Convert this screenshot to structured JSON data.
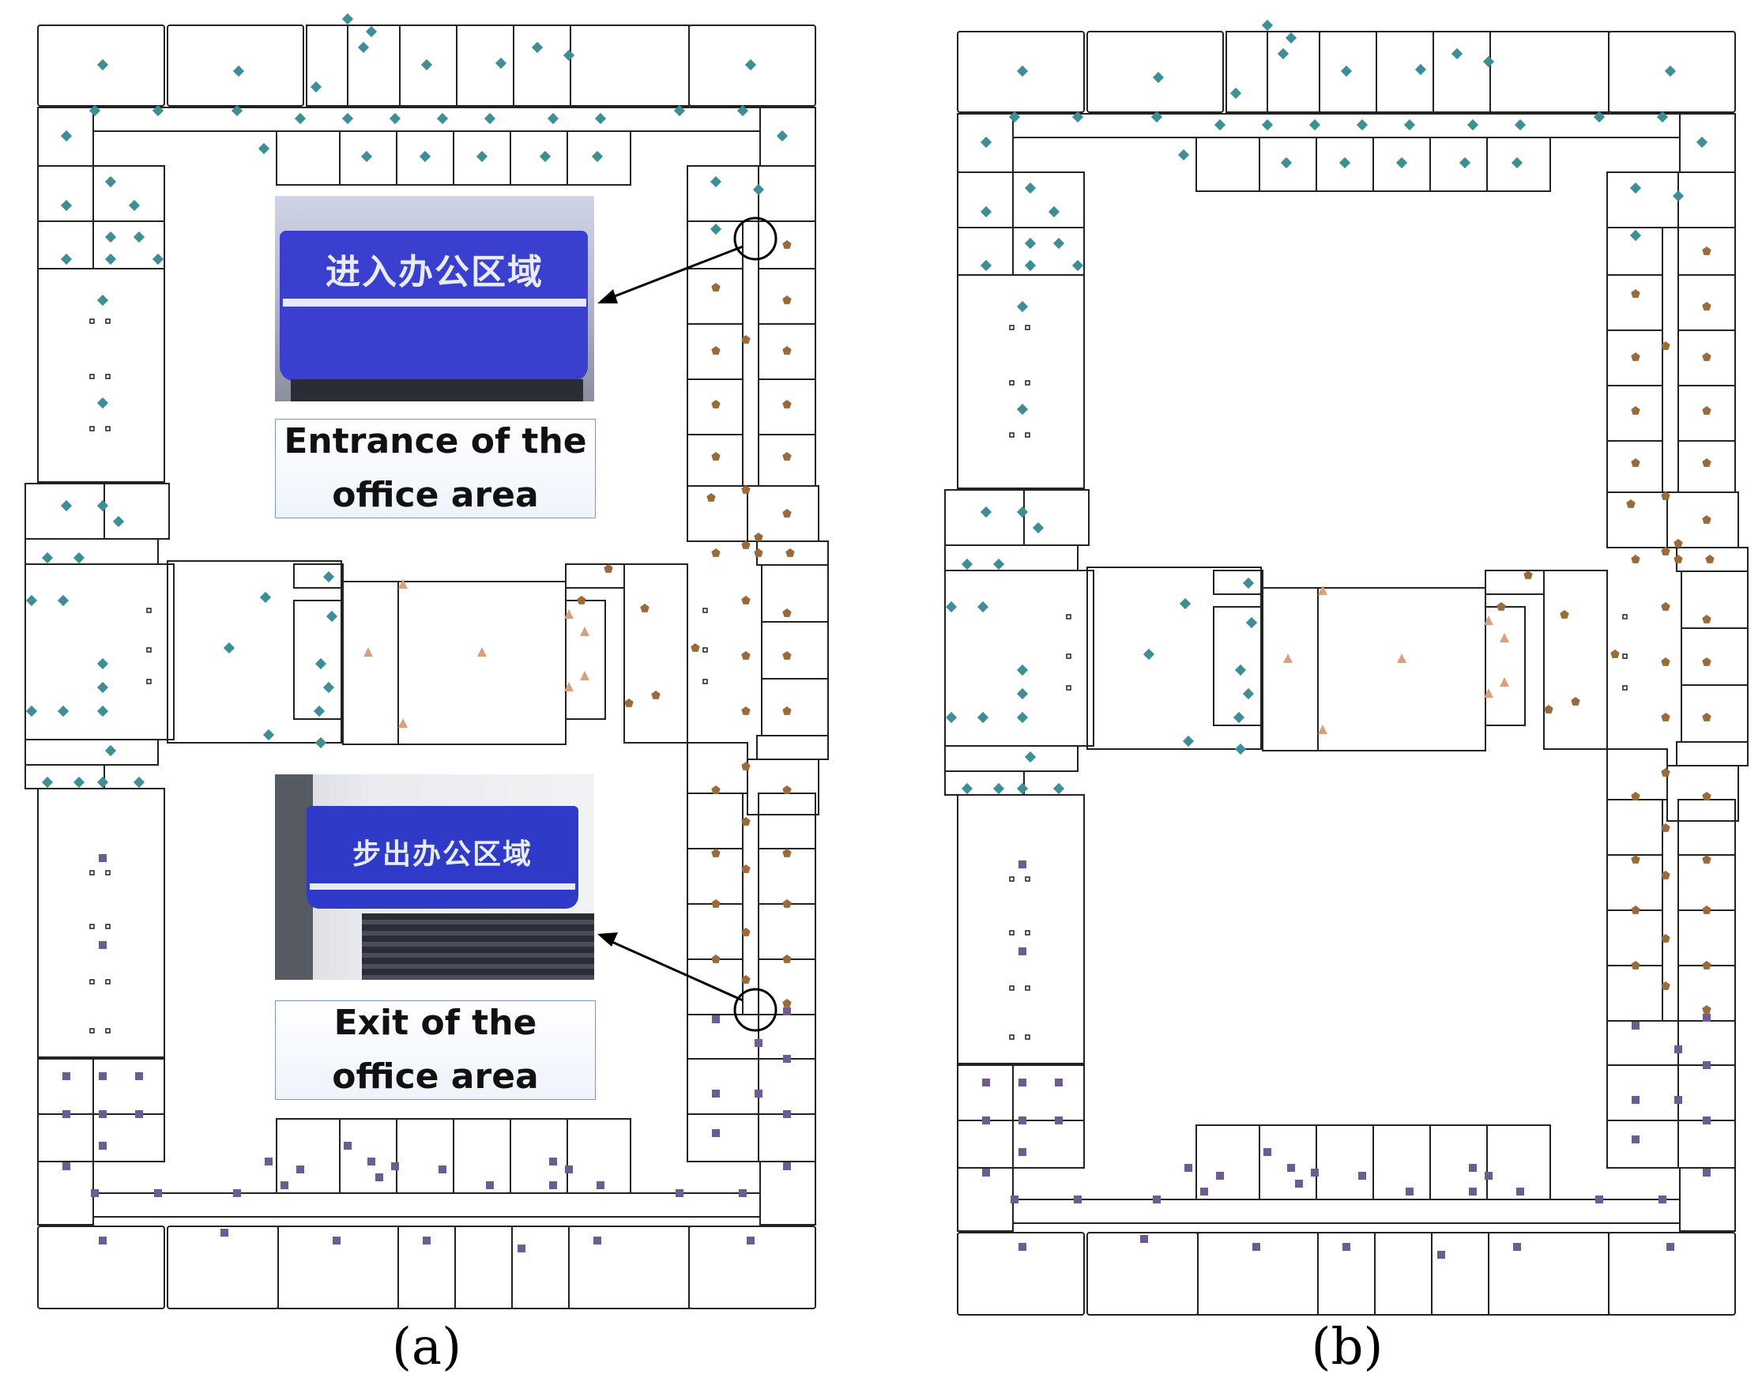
{
  "panels": [
    {
      "id": "a",
      "caption": "(a)"
    },
    {
      "id": "b",
      "caption": "(b)"
    }
  ],
  "photos": {
    "entrance": {
      "sign_text": "进入办公区域",
      "sign_color": "#3a3fd0"
    },
    "exit": {
      "sign_text": "步出办公区域",
      "sign_color": "#2f3bc8"
    }
  },
  "labels": {
    "entrance": [
      "Entrance of the",
      "office area"
    ],
    "exit": [
      "Exit of the",
      "office area"
    ]
  },
  "legend_colors": {
    "teal_diamond": "#3d8f95",
    "brown_pentagon": "#9a6a3a",
    "peach_triangle": "#d9a07e",
    "purple_square": "#6d5b94"
  }
}
